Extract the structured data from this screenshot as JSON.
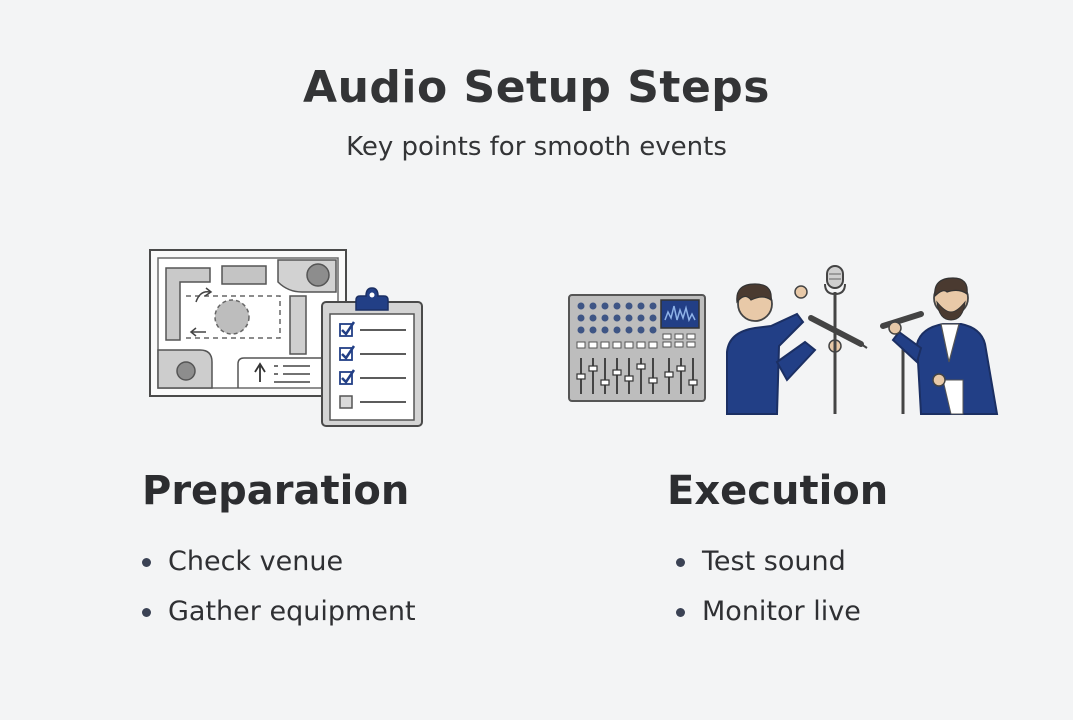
{
  "header": {
    "title": "Audio Setup Steps",
    "subtitle": "Key points for smooth events"
  },
  "columns": [
    {
      "heading": "Preparation",
      "icon": "venue-plan-clipboard-icon",
      "bullets": [
        "Check venue",
        "Gather equipment"
      ]
    },
    {
      "heading": "Execution",
      "icon": "sound-test-performers-icon",
      "bullets": [
        "Test sound",
        "Monitor live"
      ]
    }
  ],
  "colors": {
    "accent_blue": "#223f86",
    "text": "#2f3033",
    "background": "#f3f4f5"
  }
}
